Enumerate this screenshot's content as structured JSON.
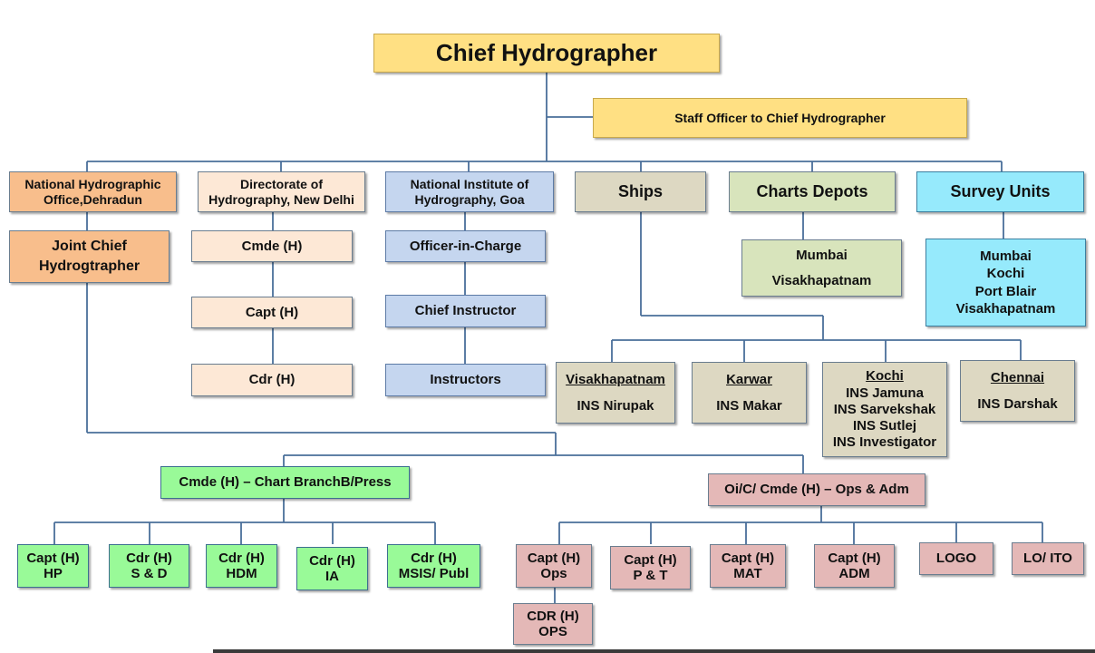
{
  "chief": "Chief Hydrographer",
  "staff_officer": "Staff Officer to Chief Hydrographer",
  "nho": {
    "title": [
      "National Hydrographic",
      "Office,Dehradun"
    ],
    "joint_chief": [
      "Joint Chief",
      "Hydrogtrapher"
    ]
  },
  "doh": {
    "title": [
      "Directorate of",
      "Hydrography, New Delhi"
    ],
    "items": [
      "Cmde (H)",
      "Capt (H)",
      "Cdr (H)"
    ]
  },
  "nih": {
    "title": [
      "National Institute of",
      "Hydrography, Goa"
    ],
    "items": [
      "Officer-in-Charge",
      "Chief Instructor",
      "Instructors"
    ]
  },
  "ships": {
    "title": "Ships",
    "bases": [
      {
        "name": "Visakhapatnam",
        "ships": [
          "INS Nirupak"
        ]
      },
      {
        "name": "Karwar",
        "ships": [
          "INS Makar"
        ]
      },
      {
        "name": "Kochi",
        "ships": [
          "INS Jamuna",
          "INS Sarvekshak",
          "INS Sutlej",
          "INS Investigator"
        ]
      },
      {
        "name": "Chennai",
        "ships": [
          "INS Darshak"
        ]
      }
    ]
  },
  "charts_depots": {
    "title": "Charts Depots",
    "places": [
      "Mumbai",
      "Visakhapatnam"
    ]
  },
  "survey_units": {
    "title": "Survey Units",
    "places": [
      "Mumbai",
      "Kochi",
      "Port Blair",
      "Visakhapatnam"
    ]
  },
  "chart_branch": {
    "title": "Cmde (H) – Chart BranchB/Press",
    "items": [
      [
        "Capt (H)",
        "HP"
      ],
      [
        "Cdr (H)",
        "S & D"
      ],
      [
        "Cdr (H)",
        "HDM"
      ],
      [
        "Cdr (H)",
        "IA"
      ],
      [
        "Cdr (H)",
        "MSIS/ Publ"
      ]
    ]
  },
  "ops_adm": {
    "title": "Oi/C/ Cmde (H) – Ops & Adm",
    "items": [
      [
        "Capt (H)",
        "Ops"
      ],
      [
        "Capt (H)",
        "P & T"
      ],
      [
        "Capt (H)",
        "MAT"
      ],
      [
        "Capt (H)",
        "ADM"
      ],
      [
        "LOGO"
      ],
      [
        "LO/ ITO"
      ]
    ],
    "sub": [
      "CDR (H)",
      "OPS"
    ]
  }
}
